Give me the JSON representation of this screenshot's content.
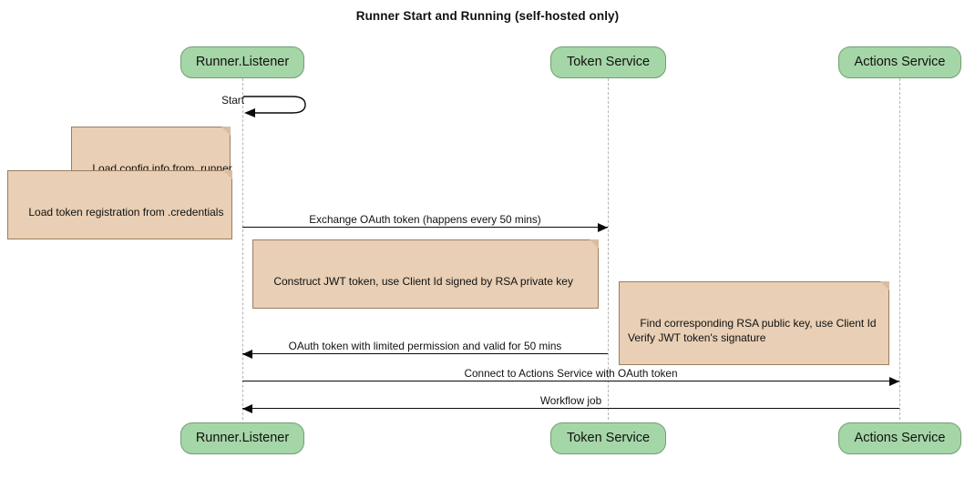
{
  "diagram": {
    "title": "Runner Start and Running (self-hosted only)",
    "type": "sequence-diagram",
    "colors": {
      "participant_fill": "#a5d6a7",
      "participant_border": "#6f9e71",
      "note_fill": "#e8cfb5",
      "note_border": "#9c7d5c",
      "lifeline": "#b4b4b4",
      "arrow": "#0a0a0a",
      "background": "#ffffff"
    }
  },
  "participants": [
    {
      "id": "runner",
      "label": "Runner.Listener"
    },
    {
      "id": "token",
      "label": "Token Service"
    },
    {
      "id": "actions",
      "label": "Actions Service"
    }
  ],
  "participants_bottom": [
    {
      "id": "runner",
      "label": "Runner.Listener"
    },
    {
      "id": "token",
      "label": "Token Service"
    },
    {
      "id": "actions",
      "label": "Actions Service"
    }
  ],
  "messages": [
    {
      "id": "m1",
      "label": "Start",
      "from": "runner",
      "to": "runner",
      "kind": "self"
    },
    {
      "id": "m2",
      "label": "Exchange OAuth token (happens every 50 mins)",
      "from": "runner",
      "to": "token",
      "direction": "right"
    },
    {
      "id": "m3",
      "label": "OAuth token with limited permission and valid for 50 mins",
      "from": "token",
      "to": "runner",
      "direction": "left"
    },
    {
      "id": "m4",
      "label": "Connect to Actions Service with OAuth token",
      "from": "runner",
      "to": "actions",
      "direction": "right"
    },
    {
      "id": "m5",
      "label": "Workflow job",
      "from": "actions",
      "to": "runner",
      "direction": "left"
    }
  ],
  "notes": [
    {
      "id": "n1",
      "text": "Load config info from .runner"
    },
    {
      "id": "n2",
      "text": "Load token registration from .credentials"
    },
    {
      "id": "n3",
      "text": "Construct JWT token, use Client Id signed by RSA private key"
    },
    {
      "id": "n4",
      "text": "Find corresponding RSA public key, use Client Id\nVerify JWT token's signature"
    }
  ]
}
